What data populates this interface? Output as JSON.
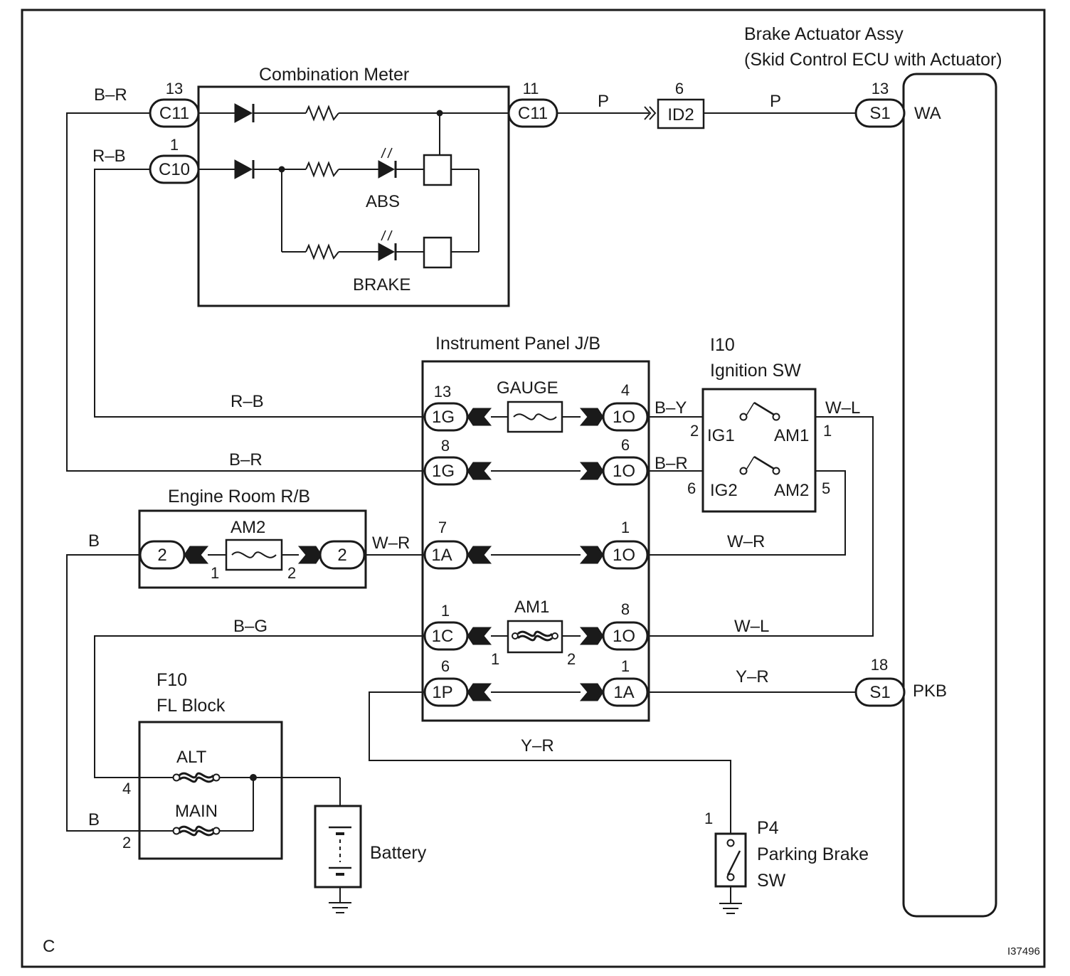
{
  "components": {
    "combination_meter": "Combination Meter",
    "brake_actuator_line1": "Brake Actuator Assy",
    "brake_actuator_line2": "(Skid Control ECU with Actuator)",
    "instrument_panel_jb": "Instrument Panel J/B",
    "ignition_code": "I10",
    "ignition_sw": "Ignition SW",
    "engine_room_rb": "Engine Room R/B",
    "fl_block_code": "F10",
    "fl_block": "FL Block",
    "battery": "Battery",
    "parking_brake_code": "P4",
    "parking_brake_line1": "Parking Brake",
    "parking_brake_line2": "SW"
  },
  "connectors": {
    "c11_left": {
      "pin": "13",
      "name": "C11"
    },
    "c10_left": {
      "pin": "1",
      "name": "C10"
    },
    "c11_right": {
      "pin": "11",
      "name": "C11"
    },
    "id2": {
      "pin": "6",
      "name": "ID2"
    },
    "s1_wa": {
      "pin": "13",
      "name": "S1",
      "signal": "WA"
    },
    "s1_pkb": {
      "pin": "18",
      "name": "S1",
      "signal": "PKB"
    },
    "jb_1g_13": {
      "pin": "13",
      "name": "1G"
    },
    "jb_1o_4": {
      "pin": "4",
      "name": "1O"
    },
    "jb_1g_8": {
      "pin": "8",
      "name": "1G"
    },
    "jb_1o_6": {
      "pin": "6",
      "name": "1O"
    },
    "jb_1a_7": {
      "pin": "7",
      "name": "1A"
    },
    "jb_1o_1": {
      "pin": "1",
      "name": "1O"
    },
    "jb_1c_1": {
      "pin": "1",
      "name": "1C"
    },
    "jb_1o_8": {
      "pin": "8",
      "name": "1O"
    },
    "jb_1p_6": {
      "pin": "6",
      "name": "1P"
    },
    "jb_1a_1": {
      "pin": "1",
      "name": "1A"
    },
    "er_left": {
      "name": "2"
    },
    "er_right": {
      "name": "2"
    }
  },
  "fuses": {
    "gauge": "GAUGE",
    "am1": "AM1",
    "am1_pin_left": "1",
    "am1_pin_right": "2",
    "am2": "AM2",
    "am2_pin_left": "1",
    "am2_pin_right": "2",
    "alt": "ALT",
    "main": "MAIN"
  },
  "lamps": {
    "abs": "ABS",
    "brake": "BRAKE"
  },
  "ignition_terminals": {
    "ig1": "IG1",
    "am1": "AM1",
    "ig2": "IG2",
    "am2": "AM2",
    "pin_ig1": "2",
    "pin_am1": "1",
    "pin_ig2": "6",
    "pin_am2": "5"
  },
  "fl_pins": {
    "alt": "4",
    "main": "2"
  },
  "parking_pin": "1",
  "wire_colors": {
    "br_top": "B–R",
    "rb_top": "R–B",
    "p1": "P",
    "p2": "P",
    "rb_mid": "R–B",
    "br_mid": "B–R",
    "by": "B–Y",
    "wl_top": "W–L",
    "br_ign": "B–R",
    "b_er": "B",
    "wr_left": "W–R",
    "wr_right": "W–R",
    "bg": "B–G",
    "wl_bottom": "W–L",
    "yr_right": "Y–R",
    "yr_bottom": "Y–R",
    "b_fl": "B"
  },
  "corner_label": "C",
  "figure_id": "I37496"
}
